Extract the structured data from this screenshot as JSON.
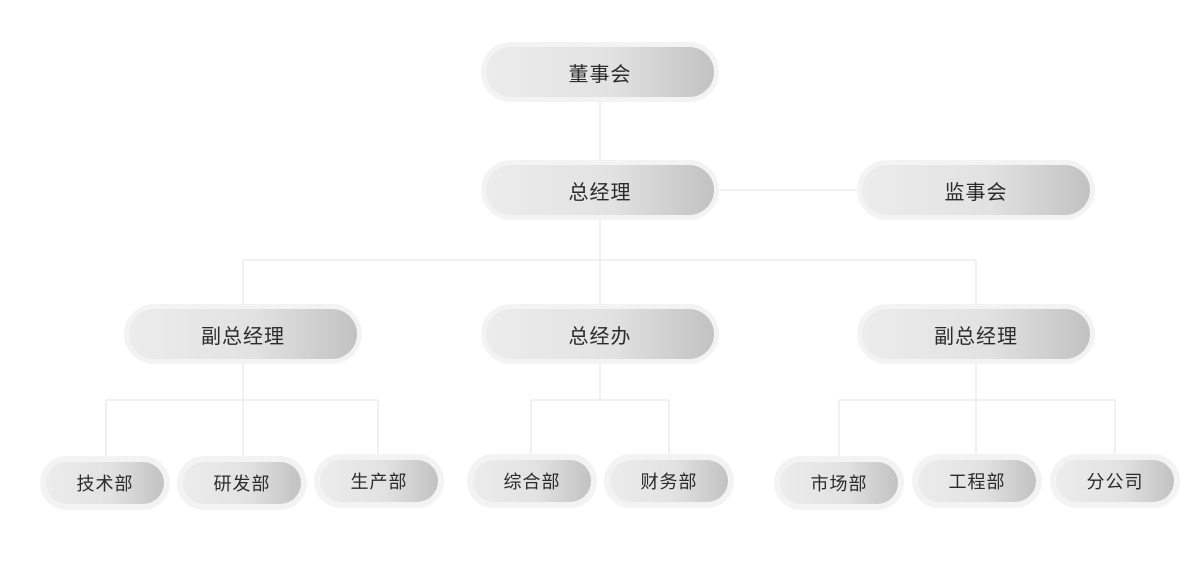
{
  "org_chart": {
    "board": "董事会",
    "gm": "总经理",
    "supervisors": "监事会",
    "vp_left": "副总经理",
    "gm_office": "总经办",
    "vp_right": "副总经理",
    "departments": {
      "tech": "技术部",
      "rnd": "研发部",
      "production": "生产部",
      "general": "综合部",
      "finance": "财务部",
      "market": "市场部",
      "engineering": "工程部",
      "branch": "分公司"
    }
  }
}
